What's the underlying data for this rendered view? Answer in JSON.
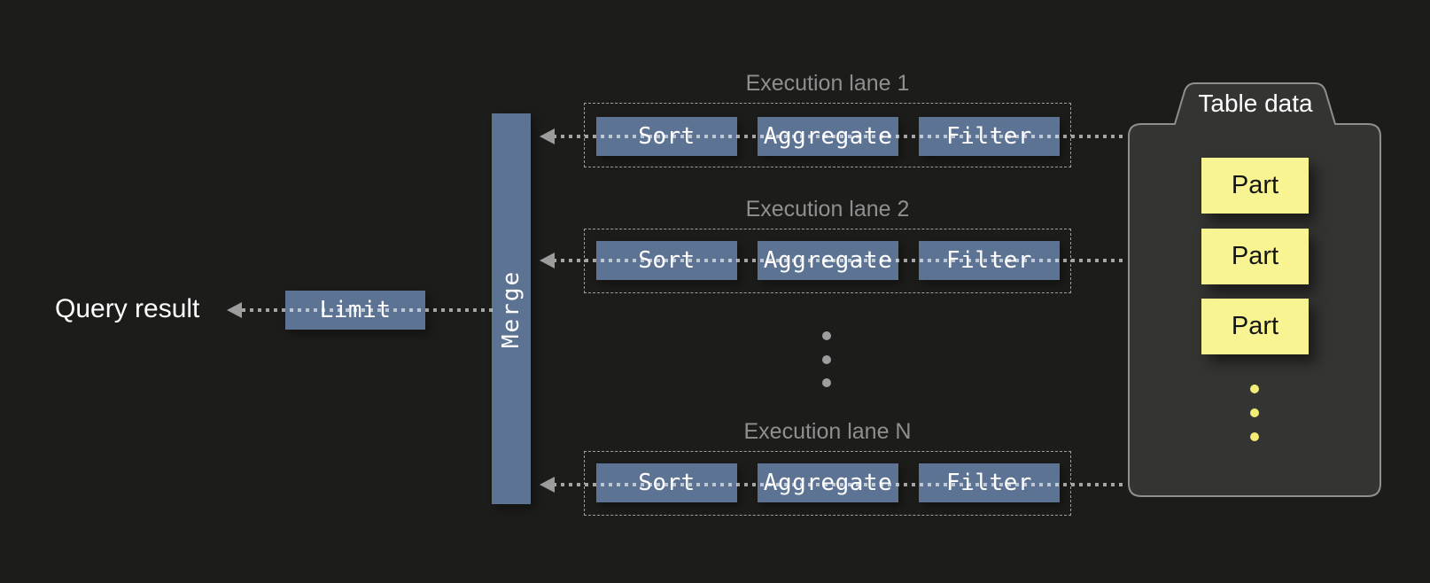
{
  "query_result_label": "Query result",
  "limit_label": "Limit",
  "merge_label": "Merge",
  "lanes": [
    {
      "label": "Execution lane 1",
      "operators": [
        "Sort",
        "Aggregate",
        "Filter"
      ]
    },
    {
      "label": "Execution lane 2",
      "operators": [
        "Sort",
        "Aggregate",
        "Filter"
      ]
    },
    {
      "label": "Execution lane N",
      "operators": [
        "Sort",
        "Aggregate",
        "Filter"
      ]
    }
  ],
  "table": {
    "title": "Table data",
    "parts": [
      "Part",
      "Part",
      "Part"
    ]
  },
  "colors": {
    "background": "#1c1c1a",
    "operator_blue": "#5d7394",
    "part_yellow": "#f8f492",
    "yellow_dot": "#f2ed74",
    "flow_line": "#a4a4a3",
    "arrow_gray": "#9c9c9c",
    "lane_border": "#9e9e9e",
    "lane_label_gray": "#8f8f8f",
    "table_fill": "#343432",
    "table_border": "#8f8f8f",
    "text_white": "#ffffff"
  }
}
